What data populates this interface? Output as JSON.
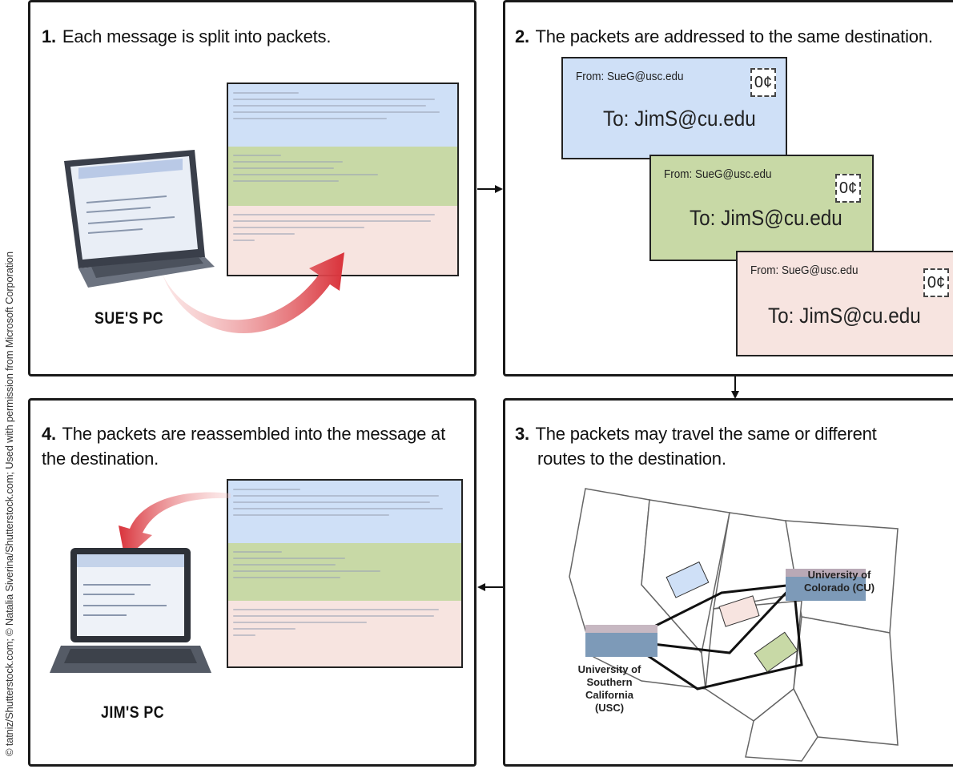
{
  "credit": "© tatniz/Shutterstock.com; © Natalia Siverina/Shutterstock.com; Used with permission from Microsoft Corporation",
  "steps": [
    {
      "num": "1.",
      "text": "Each message is split into packets."
    },
    {
      "num": "2.",
      "text": "The packets are addressed to the same destination."
    },
    {
      "num": "3.",
      "line1": "The packets may travel the same or different",
      "line2": "routes to the destination."
    },
    {
      "num": "4.",
      "line1": "The packets are reassembled into the message at",
      "line2": "the destination."
    }
  ],
  "pcs": {
    "sue": "SUE'S PC",
    "jim": "JIM'S PC"
  },
  "envelope": {
    "from": "From: SueG@usc.edu",
    "to": "To: JimS@cu.edu",
    "stamp": "0¢"
  },
  "map": {
    "cu_line1": "University of",
    "cu_line2": "Colorado (CU)",
    "usc_line1": "University of",
    "usc_line2": "Southern California",
    "usc_line3": "(USC)"
  },
  "colors": {
    "blue": "#cfe0f7",
    "green": "#c8d9a6",
    "pink": "#f7e4e0",
    "arrow_red": "#d9323a"
  }
}
